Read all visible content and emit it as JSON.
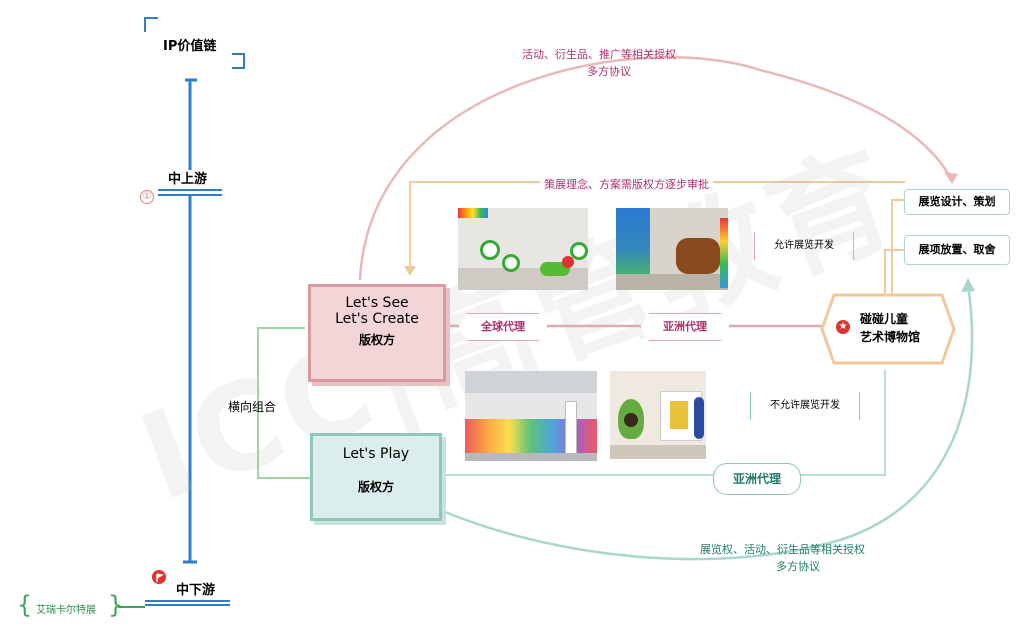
{
  "left_axis": {
    "ip_chain": "IP价值链",
    "upstream": "中上游",
    "upstream_badge": "①",
    "downstream": "中下游",
    "downstream_sub": "艾瑞卡尔特展"
  },
  "rights": {
    "see_create": {
      "line1": "Let's See",
      "line2": "Let's Create",
      "role": "版权方"
    },
    "play": {
      "line1": "Let's Play",
      "role": "版权方"
    },
    "horizontal_combo": "横向组合"
  },
  "agents": {
    "global": "全球代理",
    "asia_top": "亚洲代理",
    "asia_bottom": "亚洲代理"
  },
  "museum": {
    "line1": "碰碰儿童",
    "line2": "艺术博物馆"
  },
  "services": {
    "design": "展览设计、策划",
    "install": "展项放置、取舍"
  },
  "permissions": {
    "allowed": "允许展览开发",
    "not_allowed": "不允许展览开发"
  },
  "annotations": {
    "top_auth_1": "活动、衍生品、推广等相关授权",
    "top_auth_2": "多方协议",
    "approval": "策展理念、方案需版权方逐步审批",
    "bottom_auth_1": "展览权、活动、衍生品等相关授权",
    "bottom_auth_2": "多方协议"
  },
  "watermark": "ICC|高管教育",
  "colors": {
    "pink": "#d99aa0",
    "pink_fill": "#f6dcdf",
    "magenta_text": "#b0306e",
    "teal": "#8fc7bd",
    "teal_fill": "#dceeeb",
    "teal_text": "#1f7a6a",
    "orange": "#f0c89a",
    "blue": "#2f7fc8",
    "green": "#9dd6a0"
  }
}
